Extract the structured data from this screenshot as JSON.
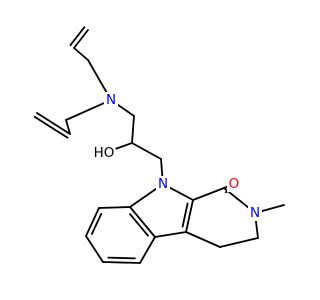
{
  "colors": {
    "background": "#ffffff",
    "bond": "#000000",
    "nitrogen": "#0000ff",
    "oxygen": "#ff0000",
    "carbon_text": "#000000"
  },
  "atoms": {
    "amine_n": {
      "text": "N",
      "color": "#0000ff"
    },
    "hydroxyl": {
      "text": "HO",
      "color": "#000000"
    },
    "indole_n": {
      "text": "N",
      "color": "#0000ff"
    },
    "lactam_n": {
      "text": "N",
      "color": "#0000ff"
    },
    "carbonyl_o": {
      "text": "O",
      "color": "#ff0000"
    }
  }
}
